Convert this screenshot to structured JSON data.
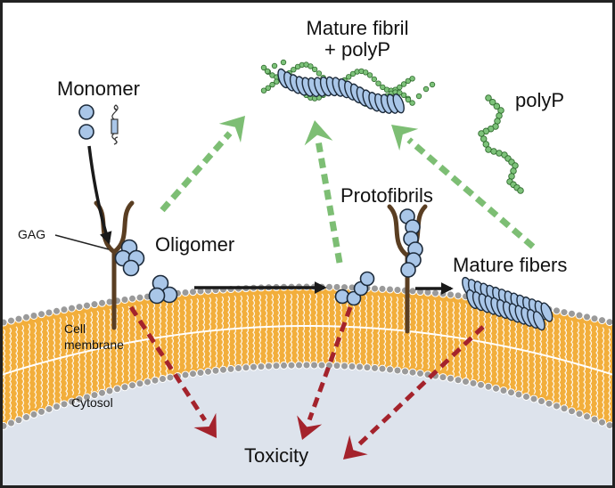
{
  "labels": {
    "mature_fibril_line1": "Mature fibril",
    "mature_fibril_line2": "+ polyP",
    "monomer": "Monomer",
    "polyp": "polyP",
    "protofibrils": "Protofibrils",
    "gag": "GAG",
    "oligomer": "Oligomer",
    "mature_fibers": "Mature fibers",
    "cell_membrane_line1": "Cell",
    "cell_membrane_line2": "membrane",
    "cytosol": "Cytosol",
    "toxicity": "Toxicity"
  },
  "colors": {
    "border": "#222222",
    "membrane": "#F2AE3B",
    "cytosol": "#DDE3EC",
    "head": "#9a9a9a",
    "protein": "#A9C6E8",
    "protein_stroke": "#1c2a3a",
    "polyp": "#7DC27A",
    "polyp_arrow": "#7DBE74",
    "toxic_arrow": "#A4232C",
    "gag": "#5A3E22",
    "black_arrow": "#1a1a1a"
  }
}
